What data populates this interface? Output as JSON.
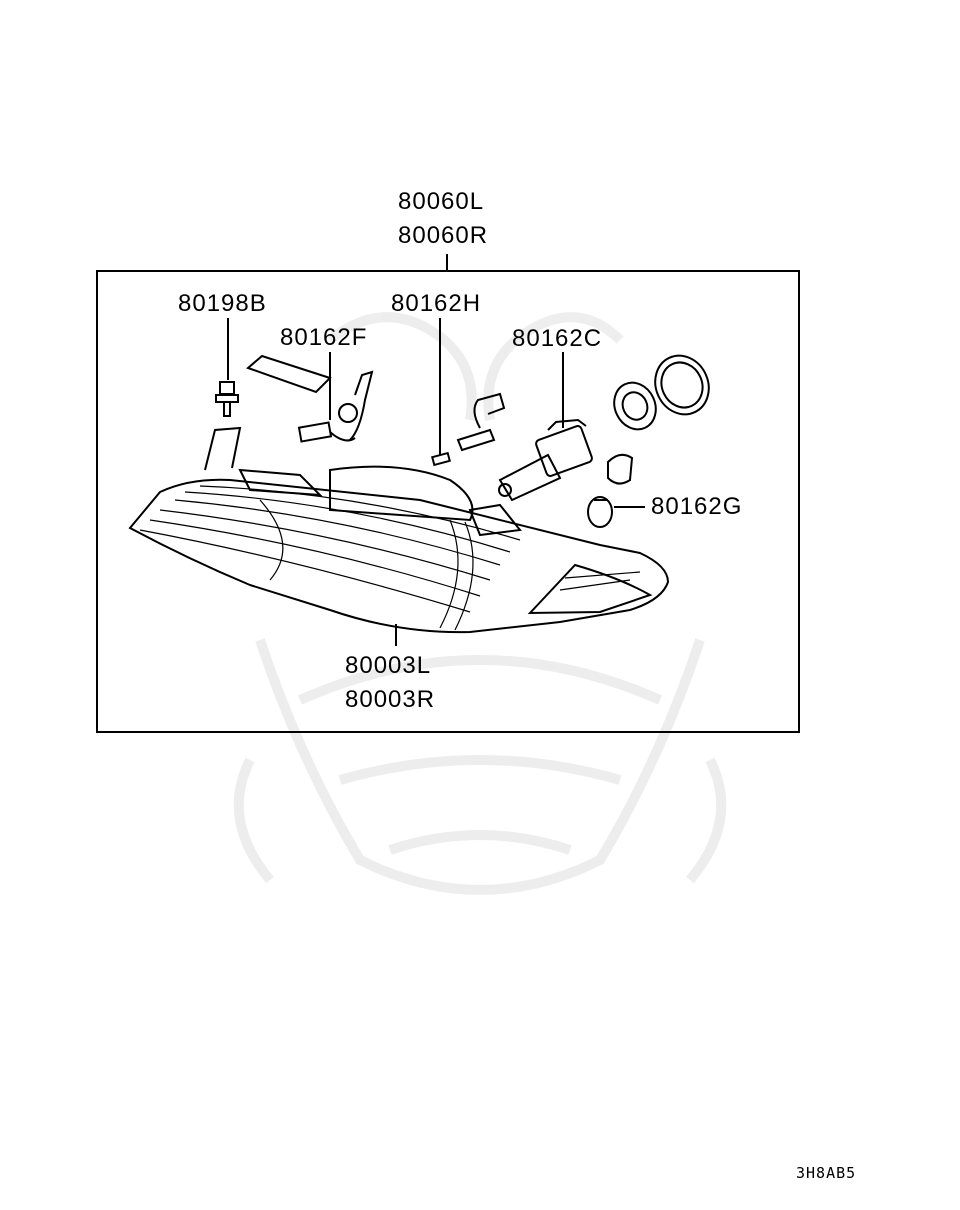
{
  "assembly": {
    "part_left": "80060L",
    "part_right": "80060R"
  },
  "parts": {
    "screw": "80198B",
    "bulb_socket_f": "80162F",
    "bulb_h": "80162H",
    "bulb_c": "80162C",
    "bulb_g": "80162G"
  },
  "lens": {
    "part_left": "80003L",
    "part_right": "80003R"
  },
  "diagram_code": "3H8AB5"
}
